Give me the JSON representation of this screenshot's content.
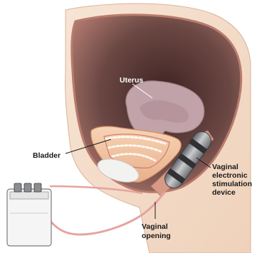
{
  "labels": {
    "uterus": "Uterus",
    "bladder": "Bladder",
    "device": [
      "Vaginal",
      "electronic",
      "stimulation",
      "device"
    ],
    "opening": [
      "Vaginal",
      "opening"
    ]
  },
  "colors": {
    "background": "#ffffff",
    "skin": "#f3dcc8",
    "cavity_outer": "#c98a7a",
    "cavity_inner": "#6e4a46",
    "uterus": "#c7a9b0",
    "bladder": "#f1c6a0",
    "vaginal_wall": "#d69a86",
    "device_metal": "#8b8d90",
    "device_band": "#3a3c3e",
    "cable": "#e6a3a0",
    "battery_case": "#f4f4f4",
    "label_text": "#1a1a1a"
  }
}
